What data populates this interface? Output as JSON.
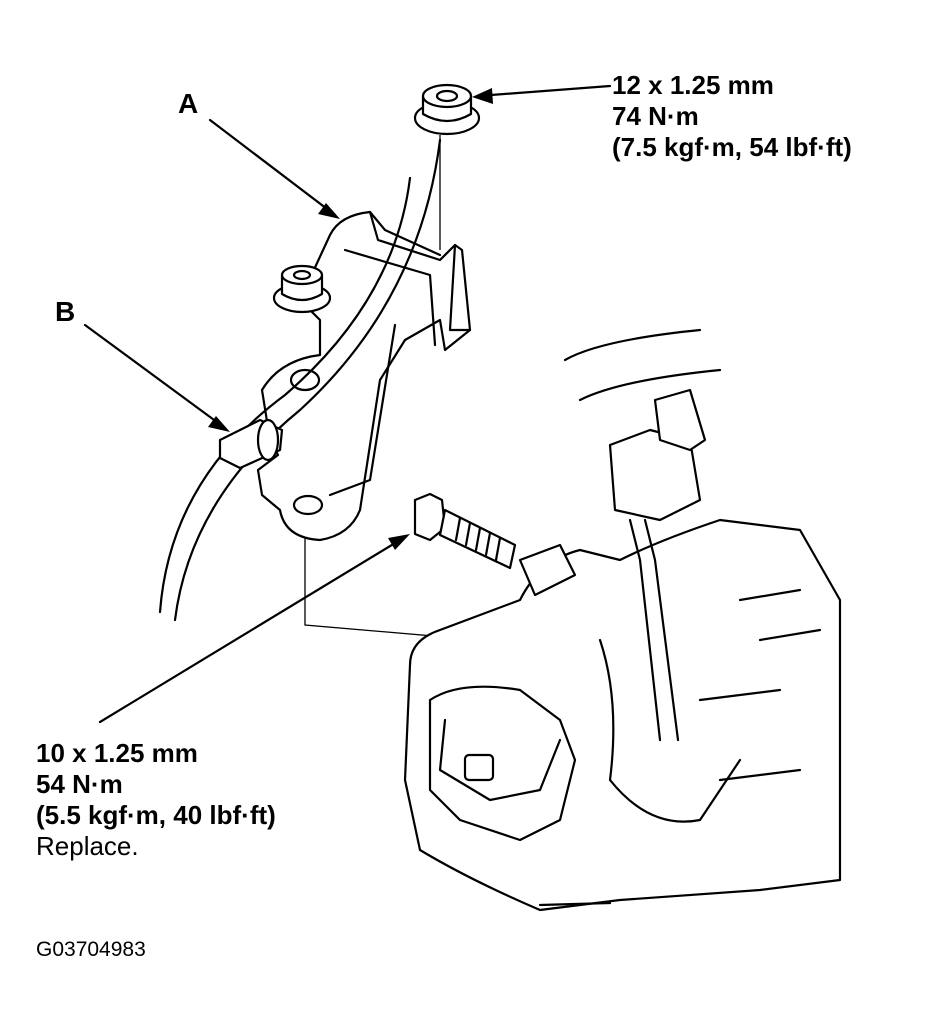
{
  "labels": {
    "a": "A",
    "b": "B"
  },
  "nut_spec": {
    "size": "12 x 1.25 mm",
    "torque": "74 N·m",
    "torque_alt": "(7.5 kgf·m, 54 lbf·ft)"
  },
  "bolt_spec": {
    "size": "10 x 1.25 mm",
    "torque": "54 N·m",
    "torque_alt": "(5.5 kgf·m, 40 lbf·ft)",
    "note": "Replace."
  },
  "figure_code": "G03704983",
  "icons": [
    "flange-nut-icon",
    "flange-bolt-icon",
    "bracket-icon",
    "cable-clip-icon",
    "knuckle-icon",
    "sensor-connector-icon"
  ]
}
